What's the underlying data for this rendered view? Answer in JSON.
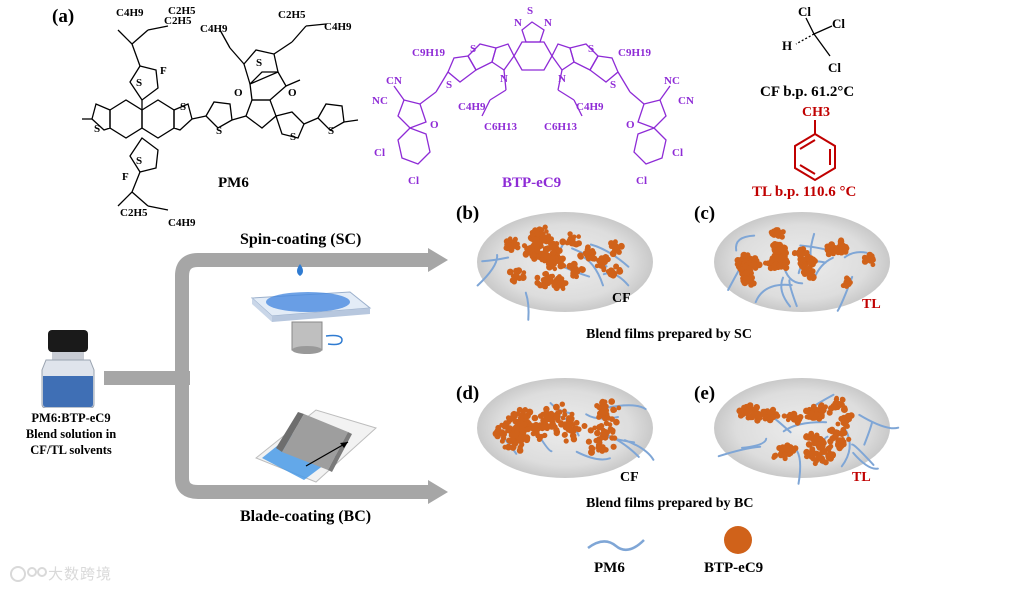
{
  "panel_a": {
    "letter": "(a)",
    "pm6_label": "PM6",
    "btp_label": "BTP-eC9",
    "cf_info": "CF b.p. 61.2°C",
    "tl_info": "TL b.p. 110.6 °C",
    "atoms": {
      "cl": "Cl",
      "h": "H",
      "ch3": "CH3",
      "f": "F",
      "s": "S",
      "n": "N",
      "o": "O",
      "cn": "CN",
      "nc": "NC",
      "c4h9": "C4H9",
      "c2h5": "C2H5",
      "c9h19": "C9H19",
      "c6h13": "C6H13"
    }
  },
  "process": {
    "vial_caption_lines": [
      "PM6:BTP-eC9",
      "Blend solution in",
      "CF/TL solvents"
    ],
    "spin_label": "Spin-coating (SC)",
    "blade_label": "Blade-coating (BC)"
  },
  "panels": {
    "b": {
      "letter": "(b)",
      "solvent": "CF"
    },
    "c": {
      "letter": "(c)",
      "solvent": "TL"
    },
    "d": {
      "letter": "(d)",
      "solvent": "CF"
    },
    "e": {
      "letter": "(e)",
      "solvent": "TL"
    },
    "sc_caption": "Blend films prepared by SC",
    "bc_caption": "Blend films prepared by BC"
  },
  "legend": {
    "pm6": "PM6",
    "btp": "BTP-eC9"
  },
  "watermark": "大数跨境",
  "colors": {
    "purple": "#8e2bd6",
    "red": "#c00000",
    "orange": "#d0621a",
    "fiber": "#7fa6d6",
    "arrow": "#a6a6a6",
    "ellipse": "#d4d4d4"
  }
}
